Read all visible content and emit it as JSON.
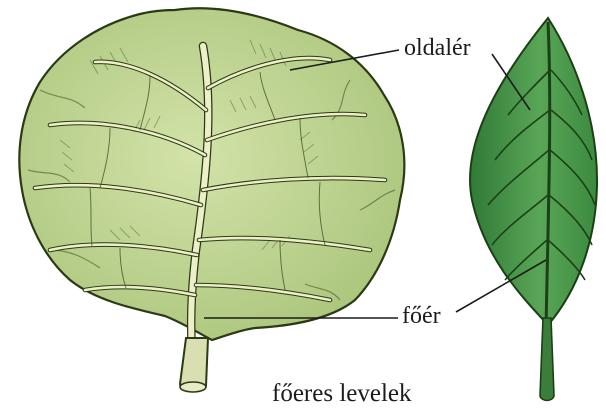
{
  "labels": {
    "side_vein": "oldalér",
    "main_vein": "főér",
    "caption": "főeres levelek"
  },
  "colors": {
    "round_leaf_fill": "#c5d89a",
    "round_leaf_outline": "#2a3a14",
    "vein_fill": "#ecefc8",
    "narrow_leaf_fill": "#4e9a4c",
    "narrow_leaf_outline": "#1d3f17",
    "text": "#1c1c1c"
  }
}
